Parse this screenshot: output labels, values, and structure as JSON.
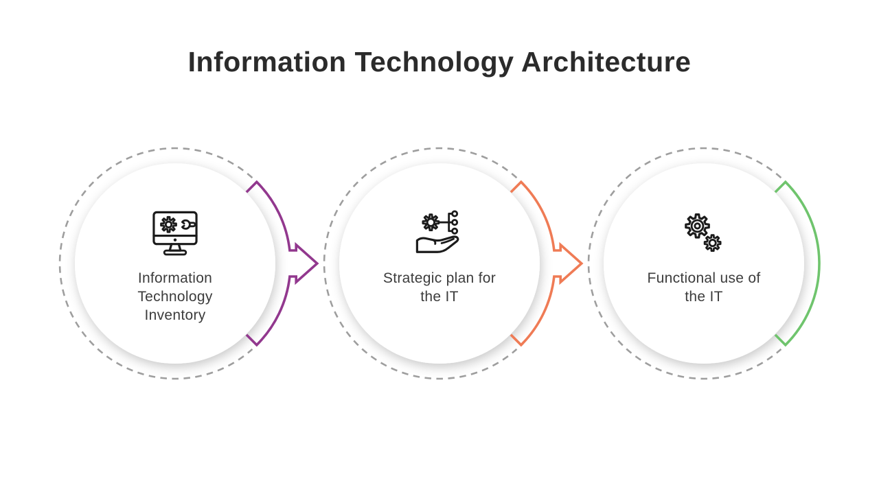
{
  "slide": {
    "title": "Information Technology Architecture",
    "title_color": "#2b2b2b",
    "background": "#ffffff"
  },
  "steps": [
    {
      "label": "Information Technology Inventory",
      "icon": "monitor-gear-wrench-icon",
      "accent": "#92388E",
      "connector": "arrow"
    },
    {
      "label": "Strategic plan for the IT",
      "icon": "hand-gear-network-icon",
      "accent": "#EF7B55",
      "connector": "arrow"
    },
    {
      "label": "Functional use of the IT",
      "icon": "double-gears-icon",
      "accent": "#6FC46D",
      "connector": "arc"
    }
  ],
  "styles": {
    "dashed_ring_color": "#9E9E9E",
    "icon_stroke": "#1B1B1B",
    "label_color": "#3C3C3C",
    "circle_fill": "#FFFFFF"
  }
}
